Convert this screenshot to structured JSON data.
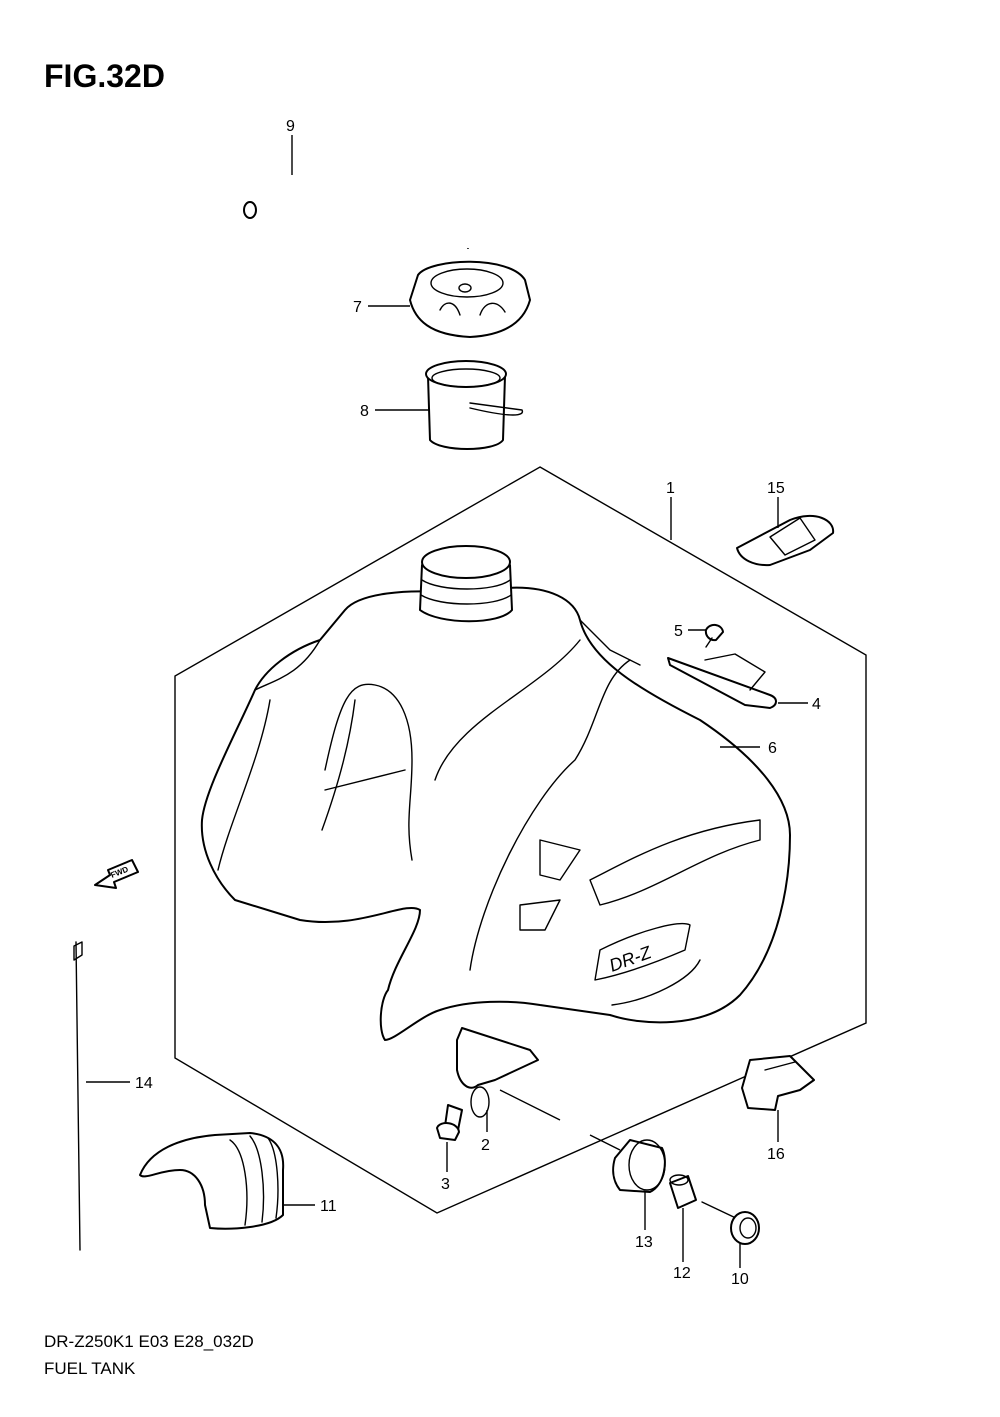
{
  "figure": {
    "title": "FIG.32D",
    "model_code": "DR-Z250K1 E03 E28_032D",
    "section_name": "FUEL TANK",
    "fwd_label": "FWD",
    "tank_logo": "DR-Z"
  },
  "callouts": [
    "1",
    "2",
    "3",
    "4",
    "5",
    "6",
    "7",
    "8",
    "9",
    "10",
    "11",
    "12",
    "13",
    "14",
    "15",
    "16"
  ]
}
